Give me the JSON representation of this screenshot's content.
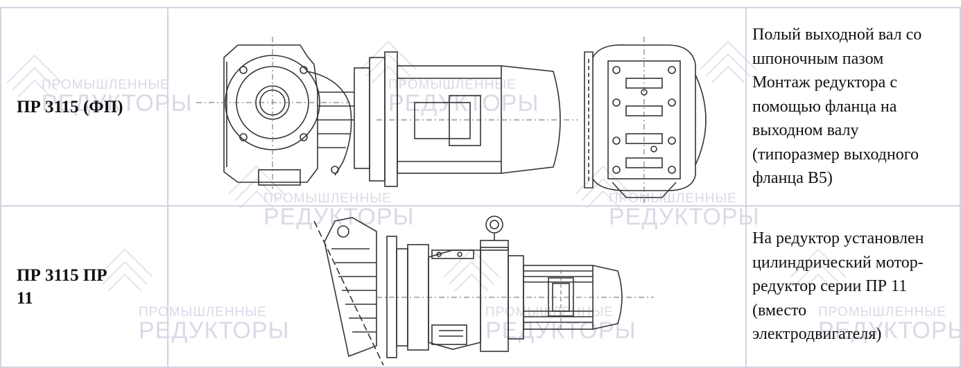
{
  "watermark": {
    "line1": "ПРОМЫШЛЕННЫЕ",
    "line2": "РЕДУКТОРЫ"
  },
  "rows": [
    {
      "model": "ПР 3115 (ФП)",
      "drawing_icon": "gear-reducer-flange-drawing",
      "description": [
        "Полый выходной вал со",
        "шпоночным пазом",
        "Монтаж редуктора с",
        "помощью фланца на",
        "выходном валу",
        "(типоразмер выходного",
        "фланца В5)"
      ]
    },
    {
      "model_lines": [
        "ПР 3115 ПР",
        "11"
      ],
      "drawing_icon": "gear-reducer-motor-reducer-drawing",
      "description": [
        "На редуктор установлен",
        "цилиндрический мотор-",
        "редуктор серии ПР 11",
        "(вместо",
        "электродвигателя)"
      ]
    }
  ]
}
